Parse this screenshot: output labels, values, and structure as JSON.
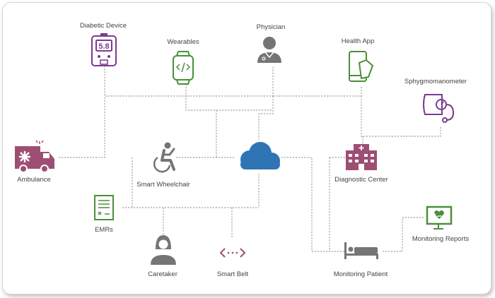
{
  "colors": {
    "purple": "#7a3b8f",
    "green": "#4a8f3a",
    "gray": "#757575",
    "blue": "#2f74b5",
    "maroon": "#9e4e73",
    "connector": "#8a8a8a"
  },
  "nodes": {
    "diabetic_device": {
      "label": "Diabetic Device",
      "icon": "glucometer-icon",
      "reading": "5.8"
    },
    "wearables": {
      "label": "Wearables",
      "icon": "smartwatch-icon"
    },
    "physician": {
      "label": "Physician",
      "icon": "physician-icon"
    },
    "health_app": {
      "label": "Health App",
      "icon": "smartphone-icon"
    },
    "sphygmomanometer": {
      "label": "Sphygmomanometer",
      "icon": "blood-pressure-icon"
    },
    "ambulance": {
      "label": "Ambulance",
      "icon": "ambulance-icon"
    },
    "smart_wheelchair": {
      "label": "Smart Wheelchair",
      "icon": "wheelchair-icon"
    },
    "cloud": {
      "icon": "cloud-icon"
    },
    "diagnostic_center": {
      "label": "Diagnostic Center",
      "icon": "hospital-icon"
    },
    "emrs": {
      "label": "EMRs",
      "icon": "document-icon"
    },
    "caretaker": {
      "label": "Caretaker",
      "icon": "caretaker-icon"
    },
    "smart_belt": {
      "label": "Smart Belt",
      "icon": "belt-icon"
    },
    "monitoring_patient": {
      "label": "Monitoring Patient",
      "icon": "hospital-bed-icon"
    },
    "monitoring_reports": {
      "label": "Monitoring Reports",
      "icon": "heart-monitor-icon"
    }
  }
}
